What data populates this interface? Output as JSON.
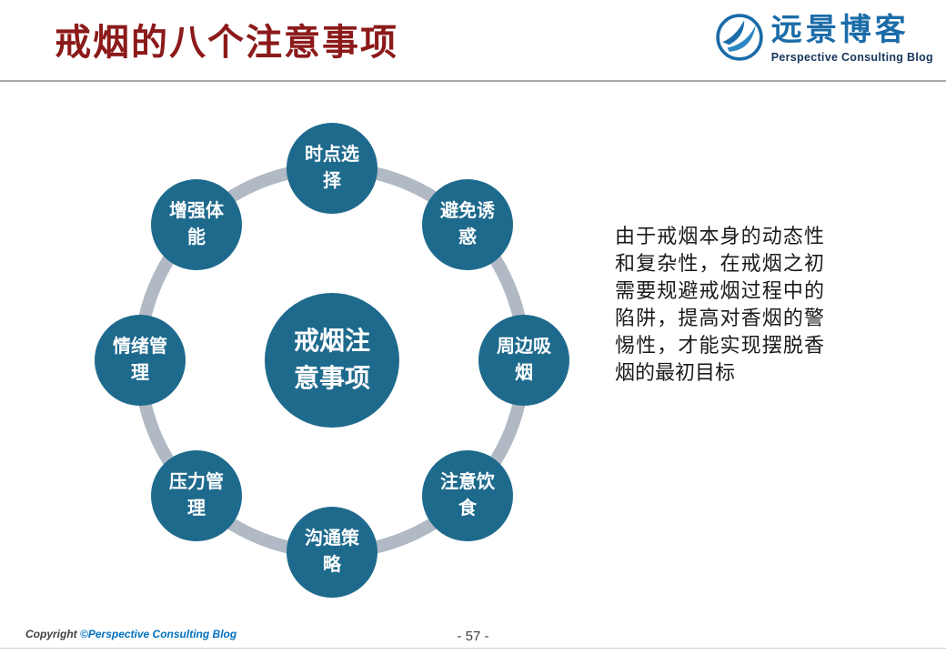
{
  "header": {
    "title": "戒烟的八个注意事项",
    "logo": {
      "name": "远景博客",
      "subtitle": "Perspective Consulting Blog"
    }
  },
  "diagram": {
    "center_label": "戒烟注意事项",
    "nodes": [
      {
        "label": "时点选择"
      },
      {
        "label": "避免诱惑"
      },
      {
        "label": "周边吸烟"
      },
      {
        "label": "注意饮食"
      },
      {
        "label": "沟通策略"
      },
      {
        "label": "压力管理"
      },
      {
        "label": "情绪管理"
      },
      {
        "label": "增强体能"
      }
    ]
  },
  "description": "由于戒烟本身的动态性和复杂性，在戒烟之初需要规避戒烟过程中的陷阱，提高对香烟的警惕性，才能实现摆脱香烟的最初目标",
  "footer": {
    "copyright_prefix": "Copyright ",
    "copyright_brand": "©Perspective Consulting Blog",
    "page_number": "- 57 -"
  },
  "colors": {
    "title_color": "#8C1A1A",
    "node_color": "#1E6A8D",
    "ring_color": "#B0B9C4",
    "logo_blue": "#1B6CA8",
    "brand_link": "#0070C0"
  }
}
